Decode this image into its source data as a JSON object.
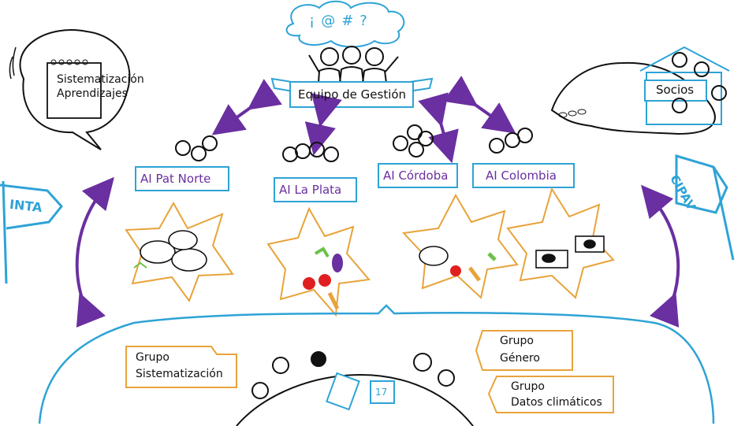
{
  "thought_bubble": {
    "line1": "Sistematización",
    "line2": "Aprendizajes"
  },
  "cloud_symbols": "¡@#?",
  "management": {
    "label": "Equipo de Gestión"
  },
  "partners": {
    "label": "Socios"
  },
  "flags": {
    "left": "INTA",
    "right": "CIPAV"
  },
  "groups": [
    {
      "label": "AI Pat Norte"
    },
    {
      "label": "AI La Plata"
    },
    {
      "label": "AI Córdoba"
    },
    {
      "label": "AI Colombia"
    }
  ],
  "working_groups": [
    {
      "line1": "Grupo",
      "line2": "Sistematización"
    },
    {
      "line1": "Grupo",
      "line2": "Género"
    },
    {
      "line1": "Grupo",
      "line2": "Datos climáticos"
    }
  ],
  "calendar_day": "17",
  "colors": {
    "blue": "#2ea3d6",
    "purple": "#6a2fa0",
    "orange": "#e8a33a",
    "ink": "#111111",
    "red": "#e02020",
    "green": "#6cc24a"
  }
}
